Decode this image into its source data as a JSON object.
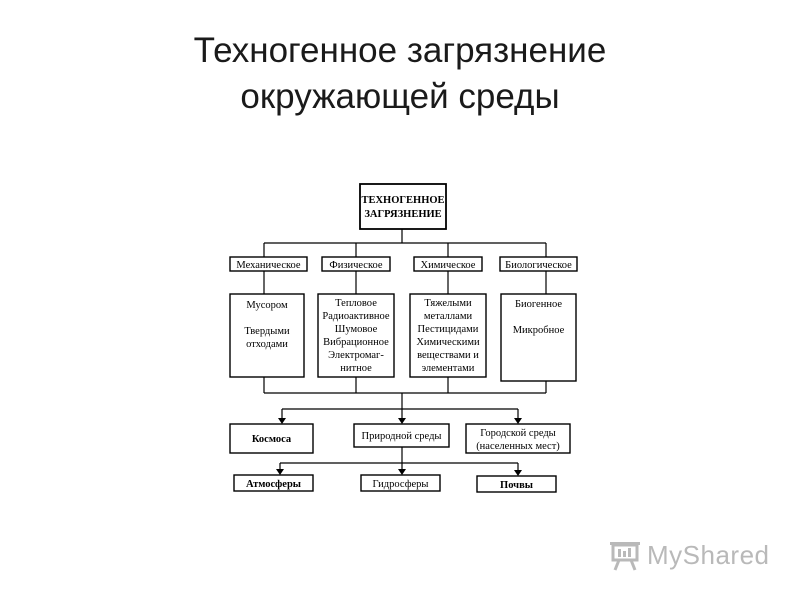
{
  "title": {
    "line1": "Техногенное загрязнение",
    "line2": "окружающей среды"
  },
  "diagram": {
    "root": {
      "line1": "ТЕХНОГЕННОЕ",
      "line2": "ЗАГРЯЗНЕНИЕ"
    },
    "categories": [
      {
        "label": "Механическое",
        "items": [
          "Мусором",
          "",
          "Твердыми",
          "отходами"
        ]
      },
      {
        "label": "Физическое",
        "items": [
          "Тепловое",
          "Радиоактивное",
          "Шумовое",
          "Вибрационное",
          "Электромаг-",
          "нитное"
        ]
      },
      {
        "label": "Химическое",
        "items": [
          "Тяжелыми",
          "металлами",
          "Пестицидами",
          "Химическими",
          "веществами и",
          "элементами"
        ]
      },
      {
        "label": "Биологическое",
        "items": [
          "Биогенное",
          "",
          "Микробное"
        ]
      }
    ],
    "targets": [
      {
        "lines": [
          "Космоса"
        ]
      },
      {
        "lines": [
          "Природной среды"
        ]
      },
      {
        "lines": [
          "Городской среды",
          "(населенных мест)"
        ]
      }
    ],
    "subtargets": [
      "Атмосферы",
      "Гидросферы",
      "Почвы"
    ]
  },
  "watermark": {
    "text": "MyShared",
    "icon": "presentation-board-icon",
    "color": "#b9b9b9"
  }
}
